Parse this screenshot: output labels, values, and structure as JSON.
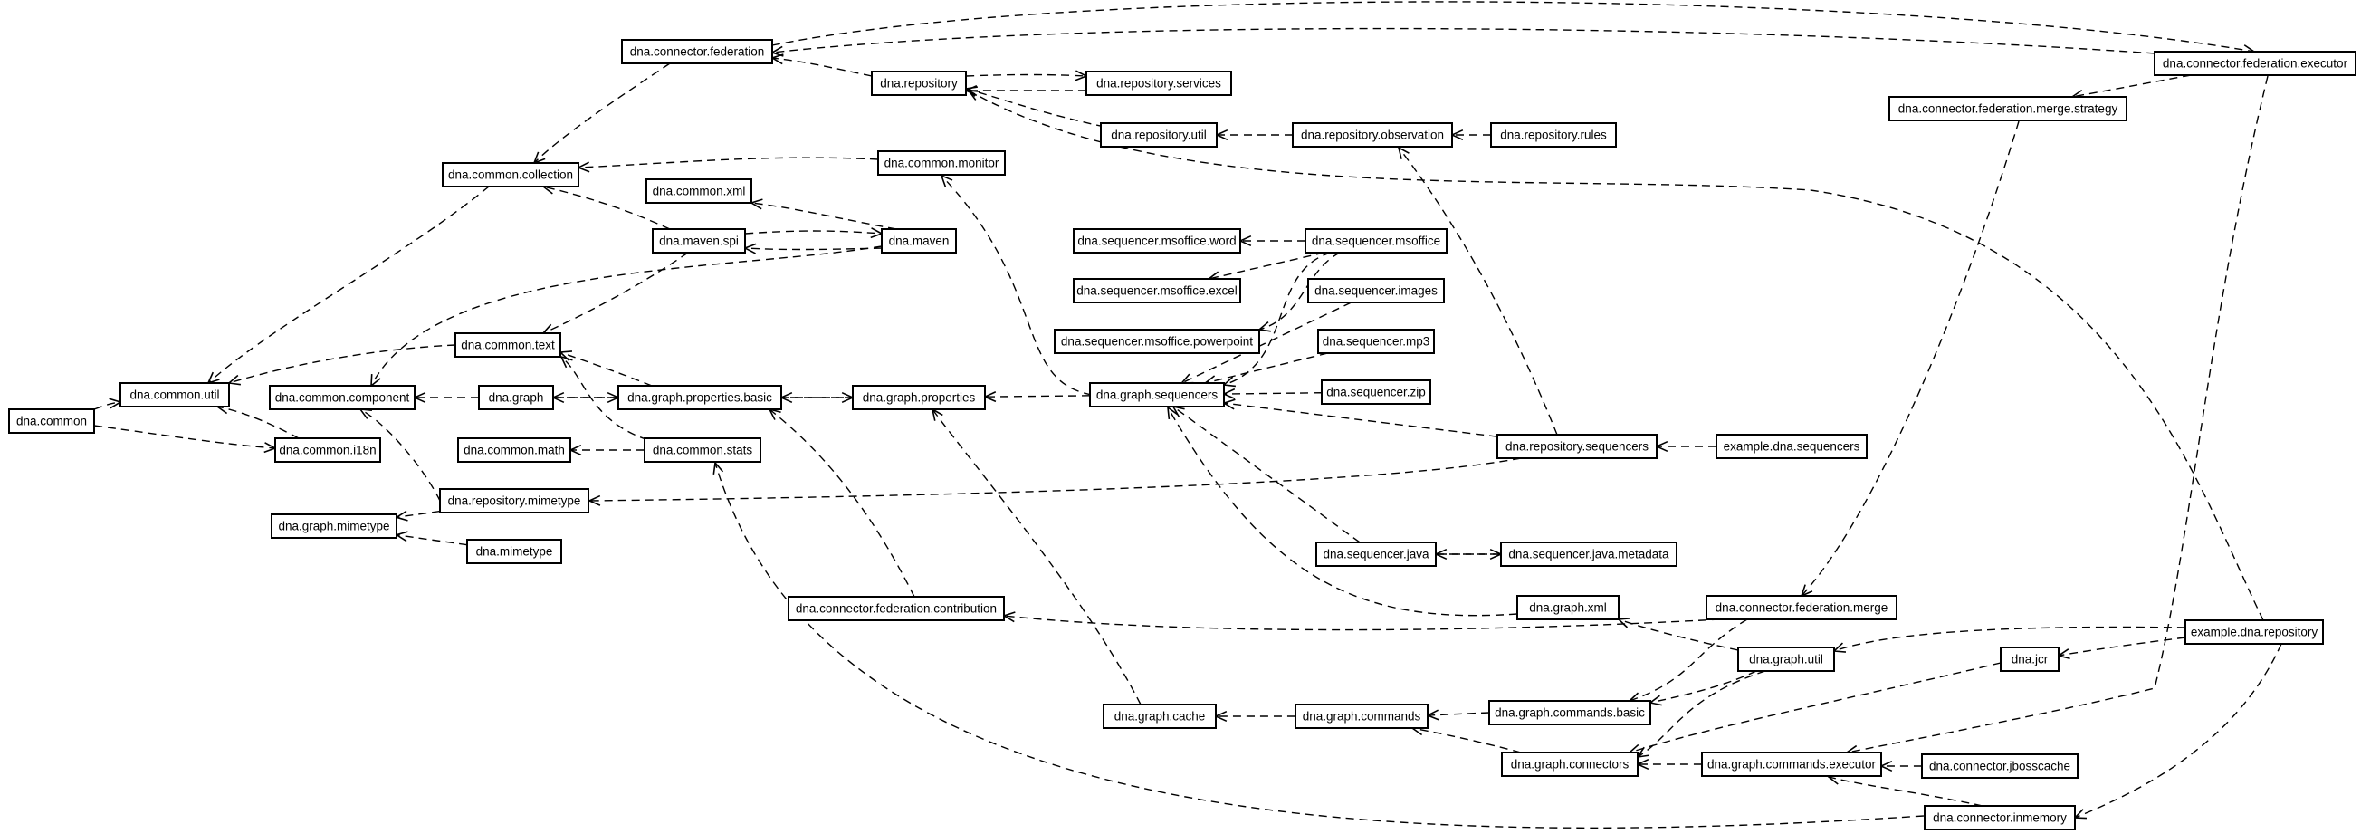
{
  "diagram": {
    "colors": {
      "stroke": "#000000",
      "box_fill": "#ffffff",
      "background": "#ffffff"
    },
    "nodes": [
      {
        "id": "dna-common",
        "label": "dna.common"
      },
      {
        "id": "dna-common-util",
        "label": "dna.common.util"
      },
      {
        "id": "dna-common-i18n",
        "label": "dna.common.i18n"
      },
      {
        "id": "dna-common-component",
        "label": "dna.common.component"
      },
      {
        "id": "dna-graph",
        "label": "dna.graph"
      },
      {
        "id": "dna-graph-properties-basic",
        "label": "dna.graph.properties.basic"
      },
      {
        "id": "dna-graph-properties",
        "label": "dna.graph.properties"
      },
      {
        "id": "dna-graph-sequencers",
        "label": "dna.graph.sequencers"
      },
      {
        "id": "dna-common-text",
        "label": "dna.common.text"
      },
      {
        "id": "dna-common-math",
        "label": "dna.common.math"
      },
      {
        "id": "dna-common-stats",
        "label": "dna.common.stats"
      },
      {
        "id": "dna-repository-mimetype",
        "label": "dna.repository.mimetype"
      },
      {
        "id": "dna-graph-mimetype",
        "label": "dna.graph.mimetype"
      },
      {
        "id": "dna-mimetype",
        "label": "dna.mimetype"
      },
      {
        "id": "dna-common-collection",
        "label": "dna.common.collection"
      },
      {
        "id": "dna-common-xml",
        "label": "dna.common.xml"
      },
      {
        "id": "dna-maven-spi",
        "label": "dna.maven.spi"
      },
      {
        "id": "dna-maven",
        "label": "dna.maven"
      },
      {
        "id": "dna-common-monitor",
        "label": "dna.common.monitor"
      },
      {
        "id": "dna-connector-federation",
        "label": "dna.connector.federation"
      },
      {
        "id": "dna-repository",
        "label": "dna.repository"
      },
      {
        "id": "dna-repository-services",
        "label": "dna.repository.services"
      },
      {
        "id": "dna-repository-util",
        "label": "dna.repository.util"
      },
      {
        "id": "dna-repository-observation",
        "label": "dna.repository.observation"
      },
      {
        "id": "dna-repository-rules",
        "label": "dna.repository.rules"
      },
      {
        "id": "dna-sequencer-msoffice-word",
        "label": "dna.sequencer.msoffice.word"
      },
      {
        "id": "dna-sequencer-msoffice",
        "label": "dna.sequencer.msoffice"
      },
      {
        "id": "dna-sequencer-msoffice-excel",
        "label": "dna.sequencer.msoffice.excel"
      },
      {
        "id": "dna-sequencer-images",
        "label": "dna.sequencer.images"
      },
      {
        "id": "dna-sequencer-msoffice-powerpoint",
        "label": "dna.sequencer.msoffice.powerpoint"
      },
      {
        "id": "dna-sequencer-mp3",
        "label": "dna.sequencer.mp3"
      },
      {
        "id": "dna-sequencer-zip",
        "label": "dna.sequencer.zip"
      },
      {
        "id": "dna-repository-sequencers",
        "label": "dna.repository.sequencers"
      },
      {
        "id": "example-dna-sequencers",
        "label": "example.dna.sequencers"
      },
      {
        "id": "dna-sequencer-java",
        "label": "dna.sequencer.java"
      },
      {
        "id": "dna-sequencer-java-metadata",
        "label": "dna.sequencer.java.metadata"
      },
      {
        "id": "dna-connector-federation-contribution",
        "label": "dna.connector.federation.contribution"
      },
      {
        "id": "dna-graph-xml",
        "label": "dna.graph.xml"
      },
      {
        "id": "dna-connector-federation-merge",
        "label": "dna.connector.federation.merge"
      },
      {
        "id": "dna-graph-util",
        "label": "dna.graph.util"
      },
      {
        "id": "dna-jcr",
        "label": "dna.jcr"
      },
      {
        "id": "example-dna-repository",
        "label": "example.dna.repository"
      },
      {
        "id": "dna-graph-cache",
        "label": "dna.graph.cache"
      },
      {
        "id": "dna-graph-commands",
        "label": "dna.graph.commands"
      },
      {
        "id": "dna-graph-commands-basic",
        "label": "dna.graph.commands.basic"
      },
      {
        "id": "dna-graph-connectors",
        "label": "dna.graph.connectors"
      },
      {
        "id": "dna-graph-commands-executor",
        "label": "dna.graph.commands.executor"
      },
      {
        "id": "dna-connector-jbosscache",
        "label": "dna.connector.jbosscache"
      },
      {
        "id": "dna-connector-inmemory",
        "label": "dna.connector.inmemory"
      },
      {
        "id": "dna-connector-federation-executor",
        "label": "dna.connector.federation.executor"
      },
      {
        "id": "dna-connector-federation-merge-strategy",
        "label": "dna.connector.federation.merge.strategy"
      }
    ],
    "edges": [
      {
        "from": "dna-common",
        "to": "dna-common-util"
      },
      {
        "from": "dna-common",
        "to": "dna-common-i18n"
      },
      {
        "from": "dna-common-i18n",
        "to": "dna-common-util"
      },
      {
        "from": "dna-common-collection",
        "to": "dna-common-util"
      },
      {
        "from": "dna-common-text",
        "to": "dna-common-util"
      },
      {
        "from": "dna-graph",
        "to": "dna-common-component"
      },
      {
        "from": "dna-graph",
        "to": "dna-graph-properties-basic"
      },
      {
        "from": "dna-graph-properties-basic",
        "to": "dna-graph"
      },
      {
        "from": "dna-graph-properties-basic",
        "to": "dna-graph-properties"
      },
      {
        "from": "dna-graph-properties",
        "to": "dna-graph-properties-basic"
      },
      {
        "from": "dna-graph-properties-basic",
        "to": "dna-common-text"
      },
      {
        "from": "dna-common-stats",
        "to": "dna-common-math"
      },
      {
        "from": "dna-common-stats",
        "to": "dna-common-text"
      },
      {
        "from": "dna-repository-mimetype",
        "to": "dna-graph-mimetype"
      },
      {
        "from": "dna-repository-mimetype",
        "to": "dna-common-component"
      },
      {
        "from": "dna-mimetype",
        "to": "dna-graph-mimetype"
      },
      {
        "from": "dna-maven-spi",
        "to": "dna-common-collection"
      },
      {
        "from": "dna-maven-spi",
        "to": "dna-common-text"
      },
      {
        "from": "dna-maven-spi",
        "to": "dna-maven"
      },
      {
        "from": "dna-maven",
        "to": "dna-maven-spi"
      },
      {
        "from": "dna-maven",
        "to": "dna-common-xml"
      },
      {
        "from": "dna-maven",
        "to": "dna-common-component"
      },
      {
        "from": "dna-common-monitor",
        "to": "dna-common-collection"
      },
      {
        "from": "dna-connector-federation",
        "to": "dna-common-collection"
      },
      {
        "from": "dna-repository",
        "to": "dna-connector-federation"
      },
      {
        "from": "dna-repository",
        "to": "dna-repository-services"
      },
      {
        "from": "dna-repository-services",
        "to": "dna-repository"
      },
      {
        "from": "dna-repository-util",
        "to": "dna-repository"
      },
      {
        "from": "dna-repository-observation",
        "to": "dna-repository-util"
      },
      {
        "from": "dna-repository-rules",
        "to": "dna-repository-observation"
      },
      {
        "from": "dna-graph-sequencers",
        "to": "dna-graph-properties"
      },
      {
        "from": "dna-graph-sequencers",
        "to": "dna-common-monitor"
      },
      {
        "from": "dna-sequencer-msoffice",
        "to": "dna-sequencer-msoffice-word"
      },
      {
        "from": "dna-sequencer-msoffice",
        "to": "dna-sequencer-msoffice-excel"
      },
      {
        "from": "dna-sequencer-msoffice",
        "to": "dna-sequencer-msoffice-powerpoint"
      },
      {
        "from": "dna-sequencer-msoffice",
        "to": "dna-graph-sequencers"
      },
      {
        "from": "dna-sequencer-images",
        "to": "dna-graph-sequencers"
      },
      {
        "from": "dna-sequencer-mp3",
        "to": "dna-graph-sequencers"
      },
      {
        "from": "dna-sequencer-zip",
        "to": "dna-graph-sequencers"
      },
      {
        "from": "dna-repository-sequencers",
        "to": "dna-graph-sequencers"
      },
      {
        "from": "dna-repository-sequencers",
        "to": "dna-repository-observation"
      },
      {
        "from": "dna-repository-sequencers",
        "to": "dna-repository-mimetype"
      },
      {
        "from": "example-dna-sequencers",
        "to": "dna-repository-sequencers"
      },
      {
        "from": "dna-sequencer-java",
        "to": "dna-graph-sequencers"
      },
      {
        "from": "dna-sequencer-java",
        "to": "dna-sequencer-java-metadata"
      },
      {
        "from": "dna-sequencer-java-metadata",
        "to": "dna-sequencer-java"
      },
      {
        "from": "dna-graph-xml",
        "to": "dna-graph-sequencers"
      },
      {
        "from": "dna-connector-federation-contribution",
        "to": "dna-graph-properties-basic"
      },
      {
        "from": "dna-connector-federation-merge",
        "to": "dna-connector-federation-contribution"
      },
      {
        "from": "dna-connector-federation-merge",
        "to": "dna-graph-commands-basic"
      },
      {
        "from": "dna-graph-util",
        "to": "dna-graph-xml"
      },
      {
        "from": "dna-graph-util",
        "to": "dna-graph-commands-basic"
      },
      {
        "from": "dna-graph-util",
        "to": "dna-graph-connectors"
      },
      {
        "from": "dna-jcr",
        "to": "dna-graph-connectors"
      },
      {
        "from": "example-dna-repository",
        "to": "dna-jcr"
      },
      {
        "from": "example-dna-repository",
        "to": "dna-graph-util"
      },
      {
        "from": "example-dna-repository",
        "to": "dna-connector-inmemory"
      },
      {
        "from": "example-dna-repository",
        "to": "dna-repository"
      },
      {
        "from": "dna-graph-cache",
        "to": "dna-graph-properties"
      },
      {
        "from": "dna-graph-commands",
        "to": "dna-graph-cache"
      },
      {
        "from": "dna-graph-commands-basic",
        "to": "dna-graph-commands"
      },
      {
        "from": "dna-graph-connectors",
        "to": "dna-graph-commands"
      },
      {
        "from": "dna-graph-commands-executor",
        "to": "dna-graph-connectors"
      },
      {
        "from": "dna-connector-jbosscache",
        "to": "dna-graph-commands-executor"
      },
      {
        "from": "dna-connector-inmemory",
        "to": "dna-graph-commands-executor"
      },
      {
        "from": "dna-connector-inmemory",
        "to": "dna-common-stats"
      },
      {
        "from": "dna-connector-federation-executor",
        "to": "dna-connector-federation"
      },
      {
        "from": "dna-connector-federation",
        "to": "dna-connector-federation-executor"
      },
      {
        "from": "dna-connector-federation-executor",
        "to": "dna-connector-federation-merge-strategy"
      },
      {
        "from": "dna-connector-federation-executor",
        "to": "dna-graph-commands-executor"
      },
      {
        "from": "dna-connector-federation-merge-strategy",
        "to": "dna-connector-federation-merge"
      }
    ]
  }
}
